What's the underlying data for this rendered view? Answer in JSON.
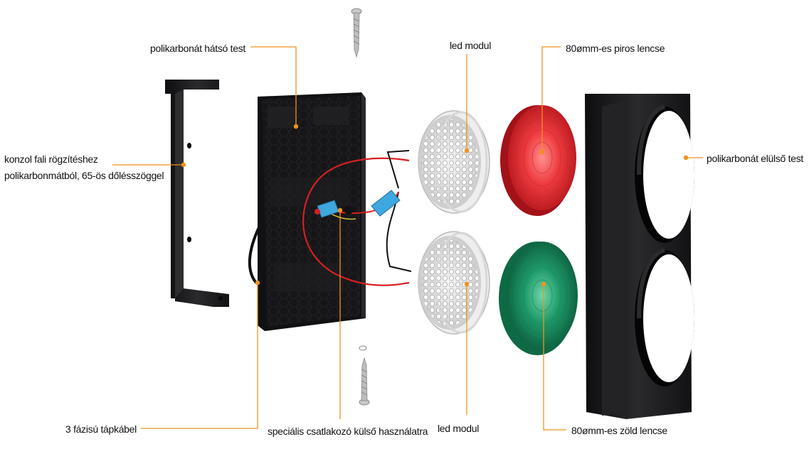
{
  "diagram": {
    "leader_color": "#f0921e",
    "dot_color": "#f0921e",
    "labels": {
      "rear_body": "polikarbonát hátsó test",
      "led_module_top": "led modul",
      "red_lens": "80ømm-es piros lencse",
      "bracket_line1": "konzol fali rögzítéshez",
      "bracket_line2": "polikarbonmátból, 65-ös dőlésszöggel",
      "front_body": "polikarbonát elülső test",
      "power_cable": "3 fázisú tápkábel",
      "connector": "speciális csatlakozó külső használatra",
      "led_module_bottom": "led modul",
      "green_lens": "80ømm-es zöld lencse"
    },
    "parts": {
      "bracket": "bracket",
      "rear_housing": "rear-housing",
      "led_module": "led-module",
      "red_lens": "red-lens",
      "green_lens": "green-lens",
      "front_housing": "front-housing",
      "screw": "screw"
    },
    "colors": {
      "housing": "#1c1c1e",
      "red_lens": "#e8353a",
      "green_lens": "#1f9a6a",
      "wire_red": "#d81e24",
      "wire_black": "#111111",
      "connector_blue": "#3ea7e0"
    }
  }
}
